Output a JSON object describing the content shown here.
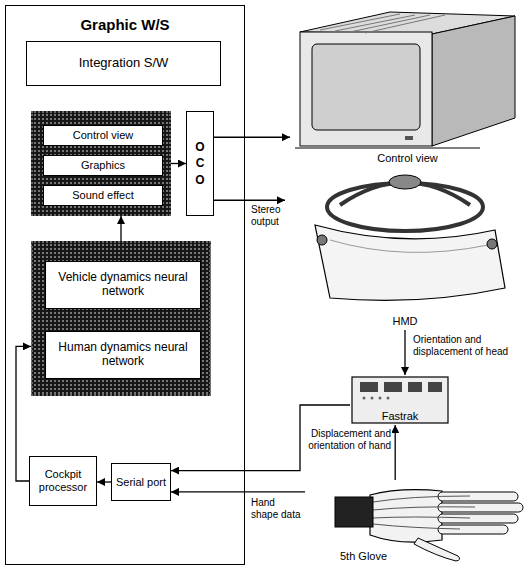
{
  "diagram": {
    "nodes": [
      {
        "text": [
          "Graphic W/S"
        ]
      },
      {
        "text": [
          "Integration S/W"
        ],
        "in": 0
      },
      {
        "text": [],
        "in": 0
      },
      {
        "text": [
          "Control view"
        ],
        "in": 2
      },
      {
        "text": [
          "Graphics"
        ],
        "in": 2
      },
      {
        "text": [
          "Sound effect"
        ],
        "in": 2
      },
      {
        "text": [
          "O C O"
        ],
        "in": 0
      },
      {
        "text": [],
        "in": 0
      },
      {
        "text": [
          "Vehicle dynamics neural network"
        ],
        "in": 7
      },
      {
        "text": [
          "Human dynamics neural network"
        ],
        "in": 7
      },
      {
        "text": [
          "Cockpit processor"
        ],
        "in": 0
      },
      {
        "text": [
          "Serial port"
        ],
        "in": 0
      },
      {
        "text": [
          "Control view"
        ]
      },
      {
        "text": [
          "HMD"
        ]
      },
      {
        "text": [
          "Fastrak"
        ]
      },
      {
        "text": [
          "5th Glove"
        ]
      }
    ],
    "edges": [
      {
        "from": 2,
        "to": 6,
        "arrow": "to"
      },
      {
        "from": 6,
        "to": 12,
        "arrow": "to"
      },
      {
        "from": 6,
        "to": 13,
        "label": "Stereo output",
        "arrow": "to"
      },
      {
        "from": 13,
        "to": 14,
        "label": "Orientation and displacement of head",
        "arrow": "to"
      },
      {
        "from": 15,
        "to": 14,
        "label": "Displacement and orientation of hand",
        "arrow": "to"
      },
      {
        "from": 14,
        "to": 11,
        "arrow": "to"
      },
      {
        "from": 15,
        "to": 11,
        "label": "Hand shape data",
        "arrow": "to"
      },
      {
        "from": 11,
        "to": 10,
        "arrow": "to"
      },
      {
        "from": 10,
        "to": 7,
        "arrow": "to"
      },
      {
        "from": 7,
        "to": 2,
        "arrow": "to"
      }
    ]
  }
}
